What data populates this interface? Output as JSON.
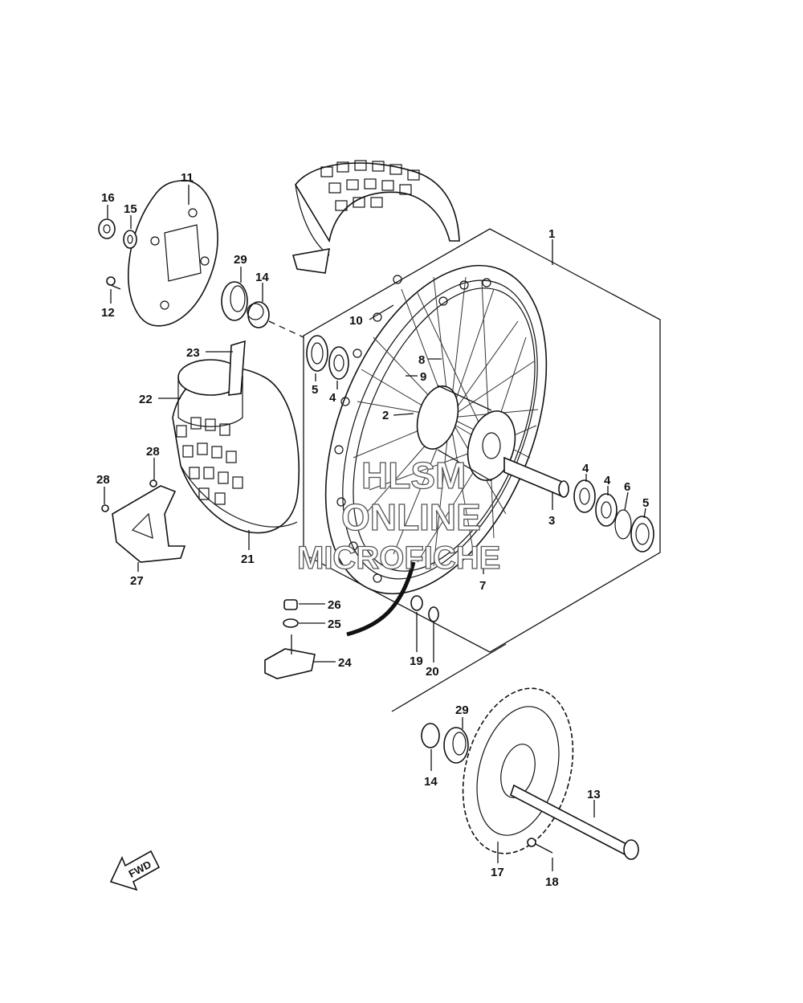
{
  "watermark": {
    "line1": "HLSM",
    "line2": "ONLINE",
    "line3": "MICROFICHE"
  },
  "direction_marker": "FWD",
  "callouts": [
    "1",
    "2",
    "3",
    "4",
    "4",
    "4",
    "5",
    "5",
    "6",
    "7",
    "8",
    "9",
    "10",
    "11",
    "12",
    "13",
    "14",
    "14",
    "15",
    "16",
    "17",
    "18",
    "19",
    "20",
    "21",
    "22",
    "23",
    "24",
    "25",
    "26",
    "27",
    "28",
    "28",
    "29",
    "29"
  ]
}
